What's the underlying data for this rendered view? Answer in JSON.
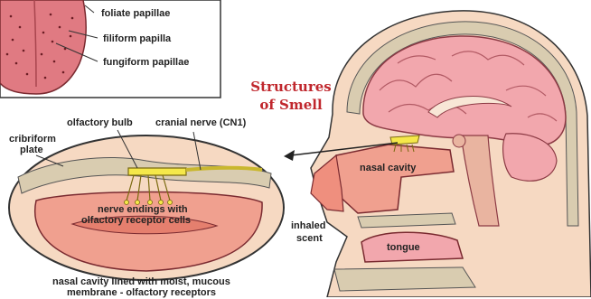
{
  "title": {
    "line1": "Structures",
    "line2": "of Smell"
  },
  "inset": {
    "labels": {
      "foliate": "foliate papillae",
      "filiform": "filiform papilla",
      "fungiform": "fungiform papillae"
    }
  },
  "zoom": {
    "labels": {
      "olfactory_bulb": "olfactory bulb",
      "cranial_nerve": "cranial nerve (CN1)",
      "cribriform_1": "cribriform",
      "cribriform_2": "plate",
      "nerve_endings_1": "nerve endings with",
      "nerve_endings_2": "olfactory receptor cells"
    },
    "caption_1": "nasal cavity lined with moist, mucous",
    "caption_2": "membrane - olfactory receptors"
  },
  "head": {
    "labels": {
      "nasal_cavity": "nasal cavity",
      "inhaled_1": "inhaled",
      "inhaled_2": "scent",
      "tongue": "tongue"
    }
  },
  "colors": {
    "tongue": "#e07a82",
    "brain": "#f2a7ad",
    "cavity": "#f0a08f",
    "bulb": "#f5e84a",
    "bone": "#d9ccb0",
    "accent_title": "#c0272d"
  }
}
